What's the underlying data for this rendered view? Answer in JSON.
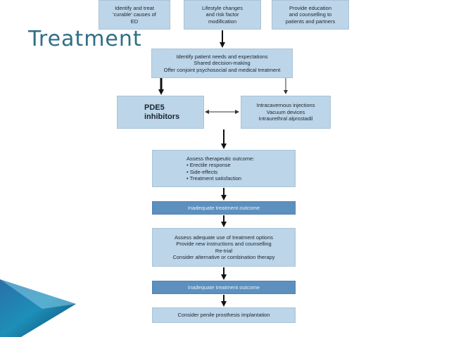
{
  "slide": {
    "title": "Treatment"
  },
  "flowchart": {
    "top_boxes": [
      {
        "id": "identify",
        "text": "Identify and treat\n'curable' causes of\nED"
      },
      {
        "id": "lifestyle",
        "text": "Lifestyle changes\nand risk factor\nmodification"
      },
      {
        "id": "education",
        "text": "Provide education\nand counselling to\npatients and partners"
      }
    ],
    "needs": {
      "text": "Identify patient needs and expectations\nShared decision-making\nOffer conjoint psychosocial and medical treatment"
    },
    "pde5": {
      "text": "PDE5\ninhibitors"
    },
    "alternatives": {
      "text": "Intracavernous injections\nVacuum devices\nIntraurethral alprostadil"
    },
    "assess_outcome": {
      "text": "Assess therapeutic outcome:\n• Erectile response\n• Side-effects\n• Treatment satisfaction"
    },
    "inadequate_1": {
      "text": "Inadequate treatment outcome"
    },
    "assess_use": {
      "text": "Assess adequate use of treatment options\nProvide new instructions and counselling\nRe-trial\nConsider alternative or combination therapy"
    },
    "inadequate_2": {
      "text": "Inadequate treatment outcome"
    },
    "prosthesis": {
      "text": "Consider penile prosthesis implantation"
    }
  },
  "colors": {
    "title": "#2f6f86",
    "box_light": "#bcd5e8",
    "box_dark": "#5d90be",
    "arrow": "#111111"
  }
}
